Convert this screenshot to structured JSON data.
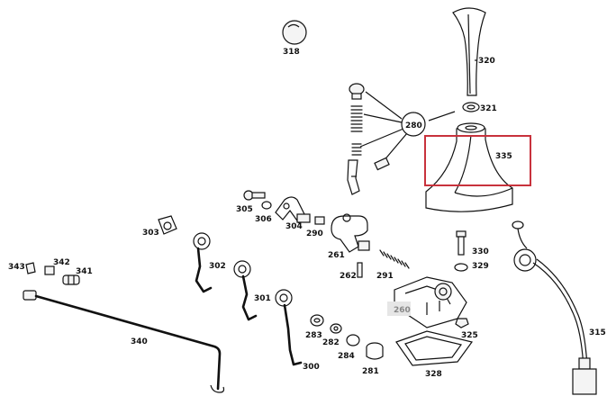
{
  "labels": {
    "p318": "318",
    "p320": "320",
    "p321": "321",
    "p280": "280",
    "p335": "335",
    "p305": "305",
    "p306": "306",
    "p304": "304",
    "p290": "290",
    "p303": "303",
    "p302": "302",
    "p261": "261",
    "p262": "262",
    "p291": "291",
    "p330": "330",
    "p329": "329",
    "p343": "343",
    "p342": "342",
    "p341": "341",
    "p301": "301",
    "p260": "260",
    "p325": "325",
    "p315": "315",
    "p340": "340",
    "p283": "283",
    "p282": "282",
    "p284": "284",
    "p300": "300",
    "p281": "281",
    "p328": "328"
  },
  "highlight": {
    "color": "#c8323c"
  },
  "colors": {
    "ink": "#111111",
    "muted_label": "#e6e6e6"
  }
}
